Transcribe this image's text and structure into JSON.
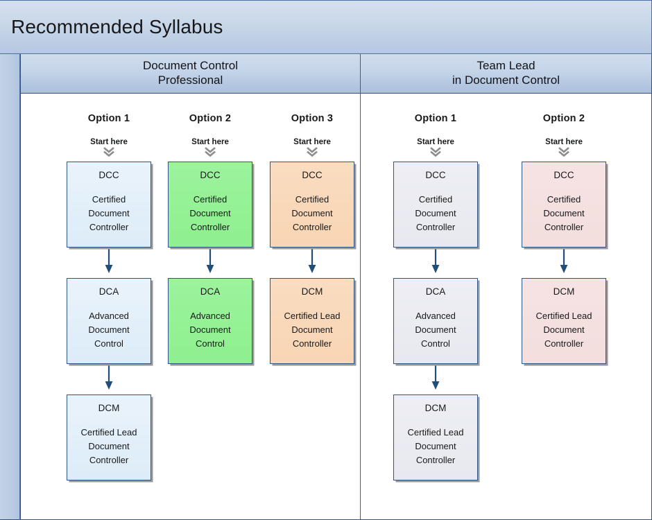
{
  "title": "Recommended Syllabus",
  "colors": {
    "frame_border": "#36517d",
    "header_gradient_top": "#cfdcee",
    "header_gradient_bottom": "#abc0dc",
    "arrow": "#1f4e79",
    "node_border": "#2e5484",
    "fill_blue": "#e6f1fa",
    "fill_green": "#93f093",
    "fill_orange": "#f9d8ba",
    "fill_gray": "#ededf4",
    "fill_pink": "#f5e1e1"
  },
  "labels": {
    "start_here": "Start here",
    "chevron_icon": "double-chevron-down-icon",
    "arrow_icon": "arrow-down-icon"
  },
  "panels": [
    {
      "id": "document-control-professional",
      "header_lines": [
        "Document Control",
        "Professional"
      ],
      "columns": [
        {
          "title": "Option 1",
          "nodes": [
            {
              "code": "DCC",
              "desc": "Certified\nDocument\nController",
              "fill": "fill-blue"
            },
            {
              "code": "DCA",
              "desc": "Advanced\nDocument\nControl",
              "fill": "fill-blue"
            },
            {
              "code": "DCM",
              "desc": "Certified Lead\nDocument\nController",
              "fill": "fill-blue"
            }
          ]
        },
        {
          "title": "Option 2",
          "nodes": [
            {
              "code": "DCC",
              "desc": "Certified\nDocument\nController",
              "fill": "fill-green"
            },
            {
              "code": "DCA",
              "desc": "Advanced\nDocument\nControl",
              "fill": "fill-green"
            }
          ]
        },
        {
          "title": "Option 3",
          "nodes": [
            {
              "code": "DCC",
              "desc": "Certified\nDocument\nController",
              "fill": "fill-orange"
            },
            {
              "code": "DCM",
              "desc": "Certified Lead\nDocument\nController",
              "fill": "fill-orange"
            }
          ]
        }
      ]
    },
    {
      "id": "team-lead-in-document-control",
      "header_lines": [
        "Team Lead",
        "in Document Control"
      ],
      "columns": [
        {
          "title": "Option 1",
          "nodes": [
            {
              "code": "DCC",
              "desc": "Certified\nDocument\nController",
              "fill": "fill-gray"
            },
            {
              "code": "DCA",
              "desc": "Advanced\nDocument\nControl",
              "fill": "fill-gray"
            },
            {
              "code": "DCM",
              "desc": "Certified Lead\nDocument\nController",
              "fill": "fill-gray"
            }
          ]
        },
        {
          "title": "Option 2",
          "nodes": [
            {
              "code": "DCC",
              "desc": "Certified\nDocument\nController",
              "fill": "fill-pink"
            },
            {
              "code": "DCM",
              "desc": "Certified Lead\nDocument\nController",
              "fill": "fill-pink"
            }
          ]
        }
      ]
    }
  ]
}
